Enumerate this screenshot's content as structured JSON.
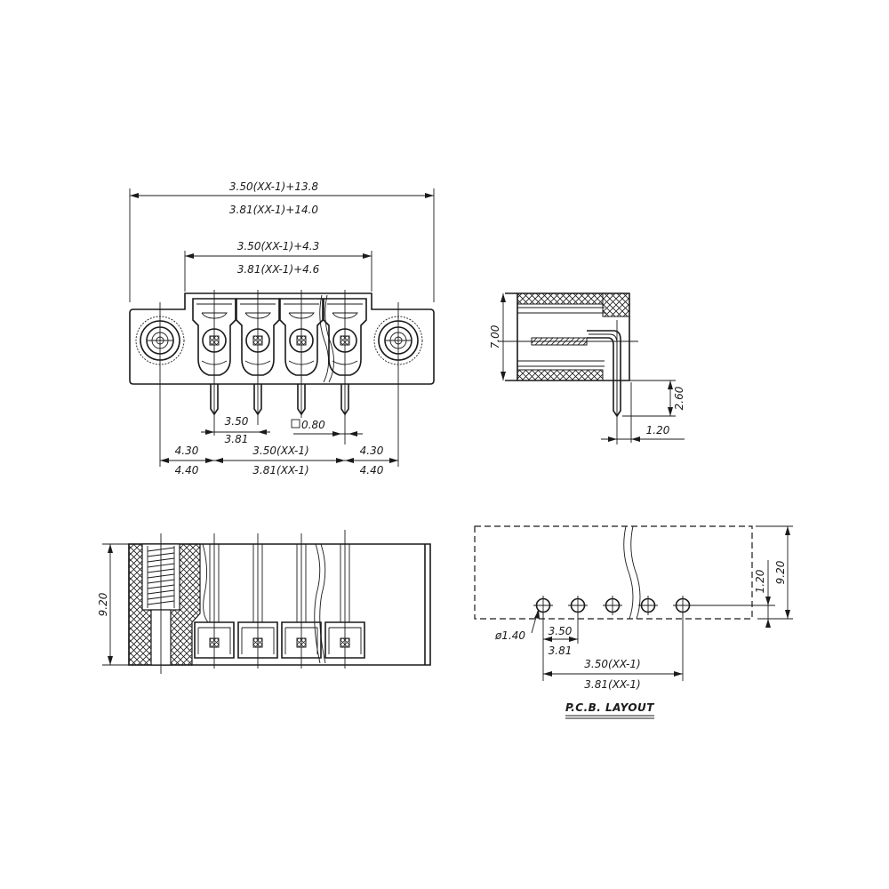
{
  "front_view": {
    "overall_width_350": "3.50(XX-1)+13.8",
    "overall_width_381": "3.81(XX-1)+14.0",
    "opening_width_350": "3.50(XX-1)+4.3",
    "opening_width_381": "3.81(XX-1)+4.6",
    "pitch_350": "3.50",
    "pitch_381": "3.81",
    "pin_square": "0.80",
    "end_left_350": "4.30",
    "end_left_381": "4.40",
    "span_350": "3.50(XX-1)",
    "span_381": "3.81(XX-1)",
    "end_right_350": "4.30",
    "end_right_381": "4.40"
  },
  "side_view": {
    "height": "7.00",
    "pin_length": "2.60",
    "pin_offset": "1.20"
  },
  "bottom_view": {
    "height": "9.20"
  },
  "pcb_layout": {
    "hole_dia": "ø1.40",
    "pitch_350": "3.50",
    "pitch_381": "3.81",
    "span_350": "3.50(XX-1)",
    "span_381": "3.81(XX-1)",
    "row_offset": "1.20",
    "outline_height": "9.20",
    "title": "P.C.B. LAYOUT"
  }
}
